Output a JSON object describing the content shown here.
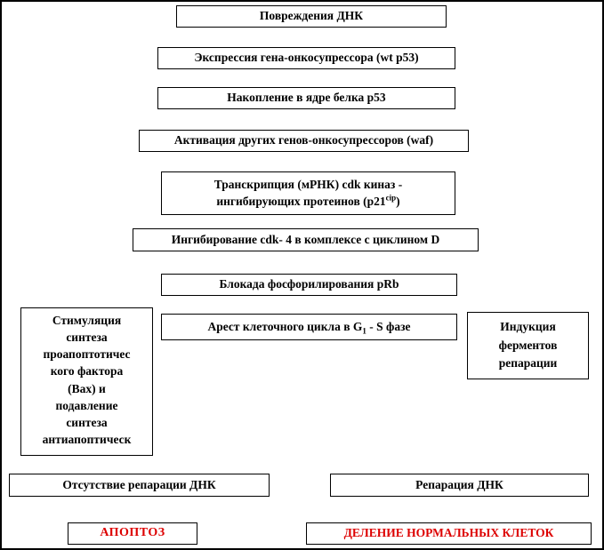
{
  "diagram": {
    "box_dna_damage": "Повреждения ДНК",
    "box_expression": "Экспрессия гена-онкосупрессора (wt p53)",
    "box_accumulation": "Накопление в ядре белка p53",
    "box_activation": "Активация других генов-онкосупрессоров (waf)",
    "box_transcription": {
      "line1": "Транскрипция  (мРНК)  cdk киназ -",
      "line2_pre": "ингибирующих  протеинов (p21",
      "line2_sup": "cip",
      "line2_post": ")"
    },
    "box_inhibition": "Ингибирование  cdk- 4 в комплексе с циклином D",
    "box_blockade": "Блокада фосфорилирования pRb",
    "box_arrest": {
      "pre": "Арест клеточного цикла в G",
      "sub": "1",
      "post": " - S фазе"
    },
    "box_stimulation": {
      "lines": [
        "Стимуляция",
        "синтеза",
        "проапоптотичес",
        "кого фактора",
        "(Вах) и",
        "подавление",
        "синтеза",
        "антиапоптическ"
      ]
    },
    "box_induction": {
      "lines": [
        "Индукция",
        "ферментов",
        "репарации"
      ]
    },
    "box_no_repair": "Отсутствие репарации ДНК",
    "box_repair": "Репарация ДНК",
    "label_apoptosis": "АПОПТОЗ",
    "label_division": "ДЕЛЕНИЕ  НОРМАЛЬНЫХ КЛЕТОК"
  },
  "colors": {
    "label_red": "#dd0000"
  }
}
